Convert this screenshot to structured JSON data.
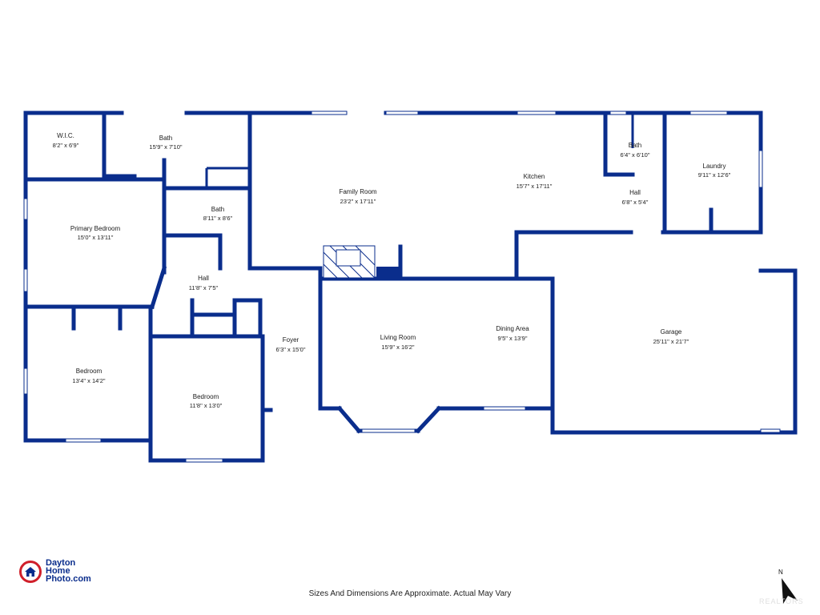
{
  "rooms": [
    {
      "name": "W.I.C.",
      "dim": "8'2\" x 6'9\""
    },
    {
      "name": "Bath",
      "dim": "15'9\" x 7'10\""
    },
    {
      "name": "Bath",
      "dim": "8'11\" x 8'6\""
    },
    {
      "name": "Primary Bedroom",
      "dim": "15'0\" x 13'11\""
    },
    {
      "name": "Hall",
      "dim": "11'8\" x 7'5\""
    },
    {
      "name": "Family Room",
      "dim": "23'2\" x 17'11\""
    },
    {
      "name": "Kitchen",
      "dim": "15'7\" x 17'11\""
    },
    {
      "name": "Bath",
      "dim": "6'4\" x 6'10\""
    },
    {
      "name": "Hall",
      "dim": "6'8\" x 5'4\""
    },
    {
      "name": "Laundry",
      "dim": "9'11\" x 12'6\""
    },
    {
      "name": "Bedroom",
      "dim": "13'4\" x 14'2\""
    },
    {
      "name": "Bedroom",
      "dim": "11'8\" x 13'0\""
    },
    {
      "name": "Foyer",
      "dim": "6'3\" x 15'0\""
    },
    {
      "name": "Living Room",
      "dim": "15'9\" x 16'2\""
    },
    {
      "name": "Dining Area",
      "dim": "9'5\" x 13'9\""
    },
    {
      "name": "Garage",
      "dim": "25'11\" x 21'7\""
    }
  ],
  "disclaimer": "Sizes And Dimensions Are Approximate. Actual May Vary",
  "logo": {
    "line1": "Dayton",
    "line2": "Home",
    "line3": "Photo.com"
  },
  "compass": {
    "label": "N"
  },
  "colors": {
    "wall": "#0a2d8c",
    "logo_red": "#d01f2a"
  }
}
